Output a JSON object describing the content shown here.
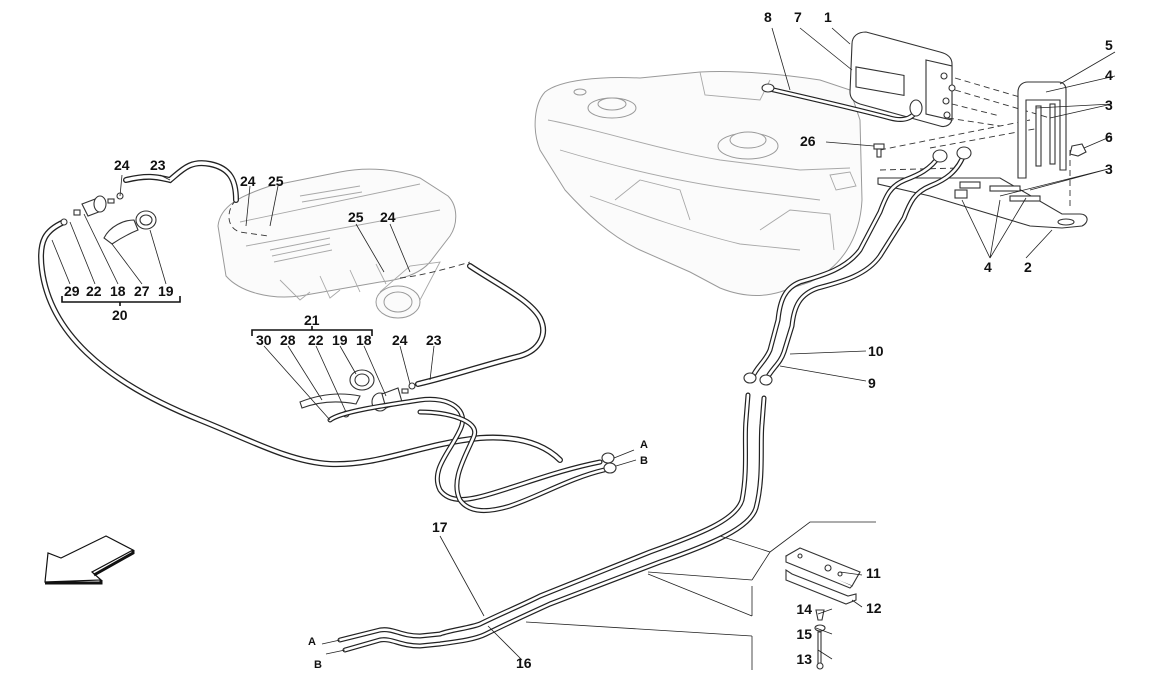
{
  "diagram": {
    "title": "Evaporative emissions / fuel vapour recovery system",
    "callouts": {
      "c1": "1",
      "c2": "2",
      "c3a": "3",
      "c3b": "3",
      "c4a": "4",
      "c4b": "4",
      "c5": "5",
      "c6": "6",
      "c7": "7",
      "c8": "8",
      "c9": "9",
      "c10": "10",
      "c11": "11",
      "c12": "12",
      "c13": "13",
      "c14": "14",
      "c15": "15",
      "c16": "16",
      "c17": "17",
      "c24_top": "24",
      "c23_top": "23",
      "c24_eng": "24",
      "c25_eng": "25",
      "c25_mid": "25",
      "c24_mid": "24",
      "g20_items": [
        "29",
        "22",
        "18",
        "27",
        "19"
      ],
      "g20_label": "20",
      "g21_items": [
        "30",
        "28",
        "22",
        "19",
        "18"
      ],
      "g21_label": "21",
      "c24_low": "24",
      "c23_low": "23",
      "c26": "26"
    },
    "connectors": {
      "right_a": "A",
      "right_b": "B",
      "left_a": "A",
      "left_b": "B"
    },
    "orientation_arrow": "front-of-vehicle-arrow"
  }
}
